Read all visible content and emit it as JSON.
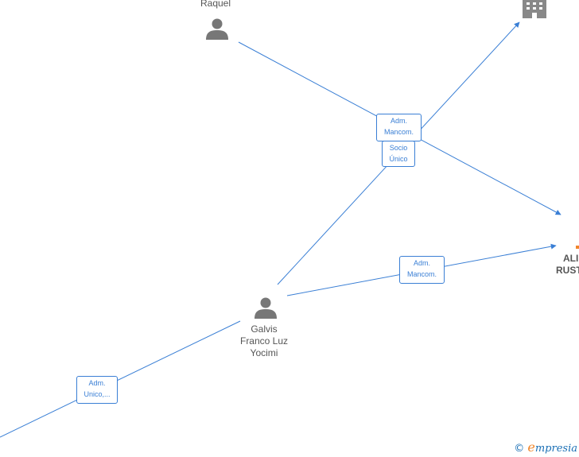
{
  "nodes": {
    "raquel": {
      "label": "Raquel"
    },
    "galvis": {
      "lines": [
        "Galvis",
        "Franco Luz",
        "Yocimi"
      ]
    },
    "company_partial": {
      "lines": [
        "ALI",
        "RUST"
      ]
    }
  },
  "relations": {
    "adm_mancom_top": [
      "Adm.",
      "Mancom."
    ],
    "socio_unico": [
      "Socio",
      "Único"
    ],
    "adm_mancom_mid": [
      "Adm.",
      "Mancom."
    ],
    "adm_unico": [
      "Adm.",
      "Unico,..."
    ]
  },
  "footer": {
    "copyright": "©",
    "brand_e": "e",
    "brand_rest": "mpresia"
  },
  "colors": {
    "edge": "#3a7fd5",
    "person_icon": "#777777",
    "building_icon": "#888888",
    "company_accent": "#f0852a"
  }
}
